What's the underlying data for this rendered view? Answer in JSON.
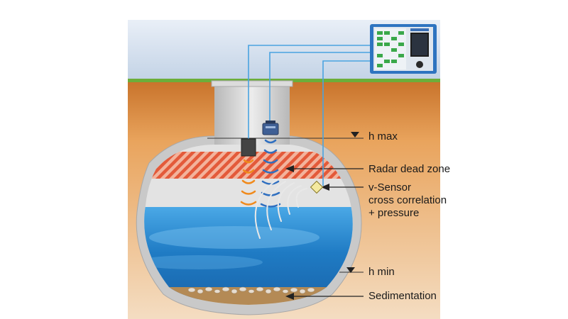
{
  "labels": {
    "h_max": "h max",
    "radar_dead_zone": "Radar dead zone",
    "v_sensor": [
      "v-Sensor",
      "cross correlation",
      "+ pressure"
    ],
    "h_min": "h min",
    "sedimentation": "Sedimentation"
  },
  "colors": {
    "sky": "#c9d7e8",
    "grass": "#6cae3a",
    "soil": "#d98a3c",
    "concrete": "#c8c8c8",
    "water": "#2f86c8",
    "radar_stripes": "#e35a3a",
    "radar_waves": "#f08a1c",
    "ultrasonic_waves": "#2f6fc0",
    "cable": "#4aa3e0",
    "logger_frame": "#2e74c0"
  },
  "icons": {
    "level_marker": "down-triangle-icon",
    "pointer": "arrow-icon"
  }
}
